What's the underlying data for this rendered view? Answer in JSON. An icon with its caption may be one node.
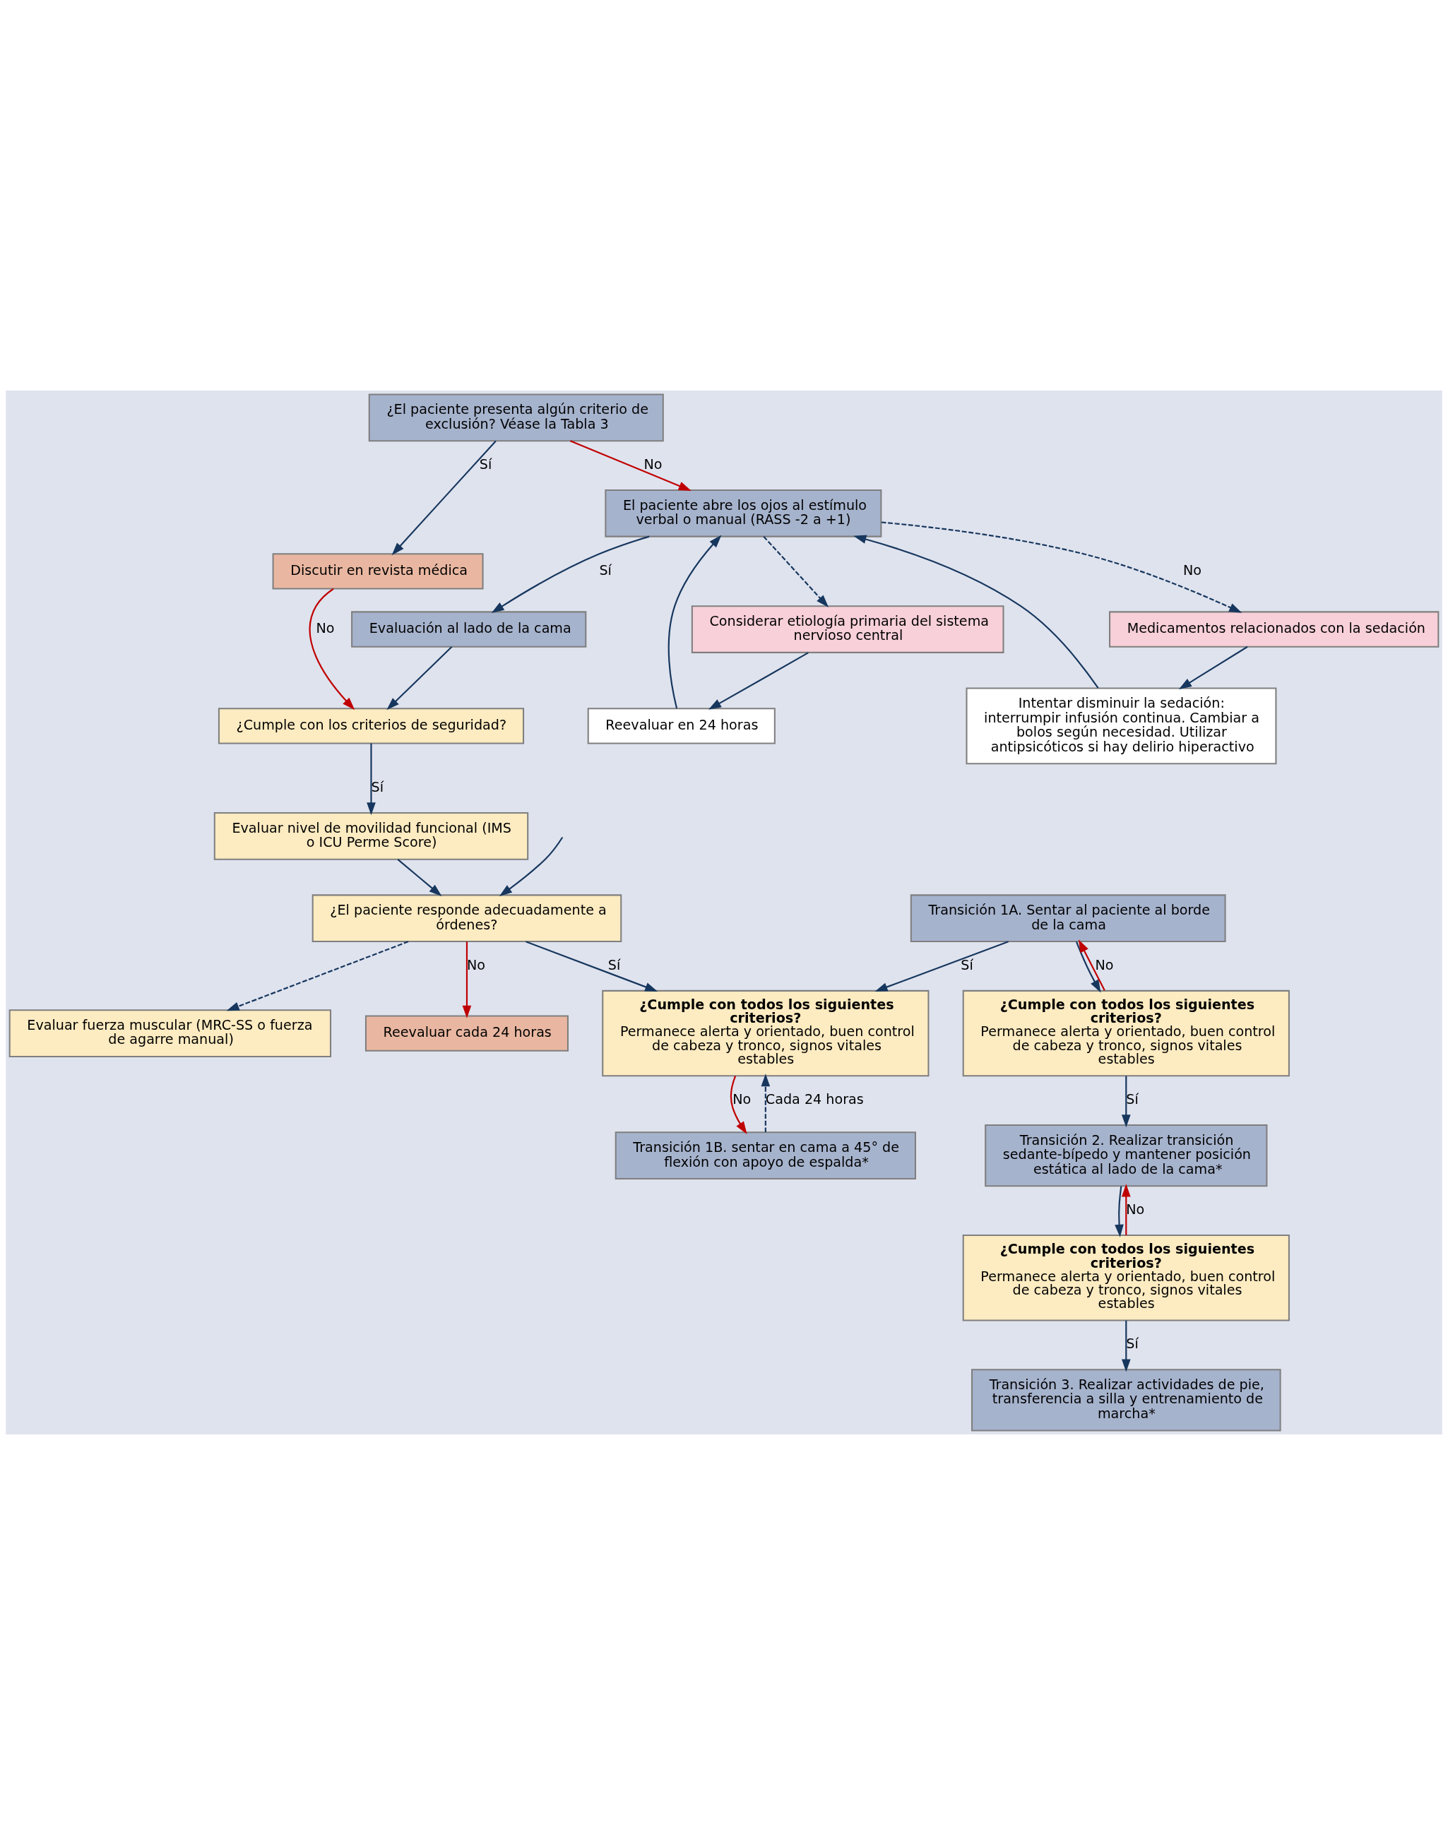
{
  "diagram": {
    "nodes": [
      {
        "text": [
          "¿El paciente presenta algún criterio de exclusión? Véase la Tabla 3"
        ]
      },
      {
        "text": [
          "Discutir en revista médica"
        ]
      },
      {
        "text": [
          "El paciente abre los ojos al estímulo verbal o manual (RASS -2 a +1)"
        ]
      },
      {
        "text": [
          "Medicamentos relacionados con la sedación"
        ]
      },
      {
        "text": [
          "Intentar disminuir la sedación: interrumpir infusión continua. Cambiar a bolos según necesidad. Utilizar antipsicóticos si hay delirio hiperactivo"
        ]
      },
      {
        "text": [
          "Considerar etiología primaria del sistema nervioso central"
        ]
      },
      {
        "text": [
          "Reevaluar en 24 horas"
        ]
      },
      {
        "text": [
          "Evaluación al lado de la cama"
        ]
      },
      {
        "text": [
          "¿Cumple con los criterios de seguridad?"
        ]
      },
      {
        "text": [
          "Evaluar nivel de movilidad funcional (IMS o ICU Perme Score)"
        ]
      },
      {
        "text": [
          "¿El paciente responde adecuadamente a órdenes?"
        ]
      },
      {
        "text": [
          "Evaluar fuerza muscular (MRC-SS o fuerza de agarre manual)"
        ]
      },
      {
        "text": [
          "Reevaluar cada 24 horas"
        ]
      },
      {
        "text": [
          "¿Cumple con todos los siguientes criterios?",
          "Permanece alerta y orientado, buen control de cabeza y tronco, signos vitales estables"
        ]
      },
      {
        "text": [
          "Transición 1B. sentar en cama a 45° de flexión con apoyo de espalda*"
        ]
      },
      {
        "text": [
          "Transición 1A. Sentar al paciente al borde de la cama"
        ]
      },
      {
        "text": [
          "¿Cumple con todos los siguientes criterios?",
          "Permanece alerta y orientado, buen control de cabeza y tronco, signos vitales estables"
        ]
      },
      {
        "text": [
          "Transición 2. Realizar transición sedante-bípedo y mantener posición estática al lado de la cama*"
        ]
      },
      {
        "text": [
          "¿Cumple con todos los siguientes criterios?",
          "Permanece alerta y orientado, buen control de cabeza y tronco, signos vitales estables"
        ]
      },
      {
        "text": [
          "Transición 3. Realizar actividades de pie, transferencia a silla y entrenamiento de marcha*"
        ]
      }
    ],
    "edges": [
      {
        "from": 0,
        "to": 1,
        "arrow": "to",
        "label": "Sí"
      },
      {
        "from": 0,
        "to": 2,
        "arrow": "to",
        "label": "No",
        "color": "#c00000"
      },
      {
        "from": 1,
        "to": 8,
        "arrow": "to",
        "label": "No",
        "color": "#c00000"
      },
      {
        "from": 2,
        "to": 3,
        "arrow": "to",
        "label": "No",
        "style": "dashed"
      },
      {
        "from": 2,
        "to": 5,
        "arrow": "to",
        "style": "dashed"
      },
      {
        "from": 3,
        "to": 4,
        "arrow": "to"
      },
      {
        "from": 5,
        "to": 6,
        "arrow": "to"
      },
      {
        "from": 4,
        "to": 2,
        "arrow": "to"
      },
      {
        "from": 6,
        "to": 2,
        "arrow": "to"
      },
      {
        "from": 2,
        "to": 7,
        "arrow": "to",
        "label": "Sí"
      },
      {
        "from": 7,
        "to": 8,
        "arrow": "to"
      },
      {
        "from": 8,
        "to": 9,
        "arrow": "to",
        "label": "Sí"
      },
      {
        "from": 9,
        "to": 10,
        "arrow": "to"
      },
      {
        "from": 10,
        "to": 11,
        "arrow": "to",
        "style": "dashed"
      },
      {
        "from": 10,
        "to": 12,
        "arrow": "to",
        "label": "No",
        "color": "#c00000"
      },
      {
        "from": 10,
        "to": 13,
        "arrow": "to",
        "label": "Sí"
      },
      {
        "from": null,
        "to": 10,
        "arrow": "to"
      },
      {
        "from": 13,
        "to": 14,
        "arrow": "to",
        "label": "No",
        "color": "#c00000"
      },
      {
        "from": 14,
        "to": 13,
        "arrow": "to",
        "label": "Cada 24 horas",
        "style": "dashed"
      },
      {
        "from": 15,
        "to": 13,
        "arrow": "to",
        "label": "Sí"
      },
      {
        "from": 15,
        "to": 16,
        "arrow": "to"
      },
      {
        "from": 16,
        "to": 15,
        "arrow": "to",
        "label": "No",
        "color": "#c00000"
      },
      {
        "from": 16,
        "to": 17,
        "arrow": "to",
        "label": "Sí"
      },
      {
        "from": 17,
        "to": 18,
        "arrow": "to"
      },
      {
        "from": 18,
        "to": 17,
        "arrow": "to",
        "label": "No",
        "color": "#c00000"
      },
      {
        "from": 18,
        "to": 19,
        "arrow": "to",
        "label": "Sí"
      }
    ]
  }
}
